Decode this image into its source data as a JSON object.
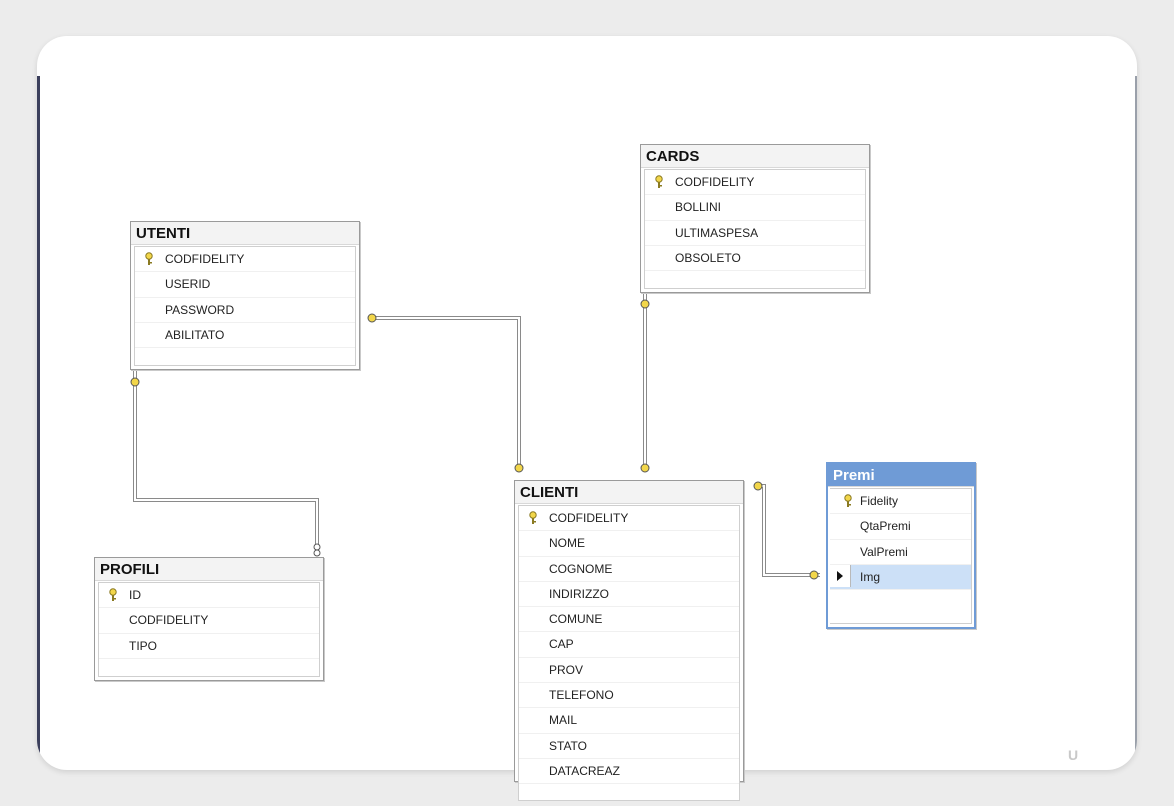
{
  "tables": {
    "utenti": {
      "name": "UTENTI",
      "columns": [
        "CODFIDELITY",
        "USERID",
        "PASSWORD",
        "ABILITATO"
      ]
    },
    "cards": {
      "name": "CARDS",
      "columns": [
        "CODFIDELITY",
        "BOLLINI",
        "ULTIMASPESA",
        "OBSOLETO"
      ]
    },
    "profili": {
      "name": "PROFILI",
      "columns": [
        "ID",
        "CODFIDELITY",
        "TIPO"
      ]
    },
    "clienti": {
      "name": "CLIENTI",
      "columns": [
        "CODFIDELITY",
        "NOME",
        "COGNOME",
        "INDIRIZZO",
        "COMUNE",
        "CAP",
        "PROV",
        "TELEFONO",
        "MAIL",
        "STATO",
        "DATACREAZ"
      ]
    },
    "premi": {
      "name": "Premi",
      "columns": [
        "Fidelity",
        "QtaPremi",
        "ValPremi",
        "Img"
      ],
      "selected_row": "Img"
    }
  },
  "relationships": [
    {
      "from": "UTENTI",
      "to": "CLIENTI"
    },
    {
      "from": "UTENTI",
      "to": "PROFILI"
    },
    {
      "from": "CARDS",
      "to": "CLIENTI"
    },
    {
      "from": "CLIENTI",
      "to": "Premi"
    }
  ],
  "icons": {
    "primary_key": "key-icon",
    "link_end": "key-connector-icon",
    "many_end": "infinity-connector-icon",
    "row_selector": "row-selector-arrow-icon"
  },
  "colors": {
    "selected_table": "#6f9bd6",
    "selected_row": "#cce0f7",
    "link_line": "#8a8a8a",
    "key_icon": "#d4b83a"
  }
}
